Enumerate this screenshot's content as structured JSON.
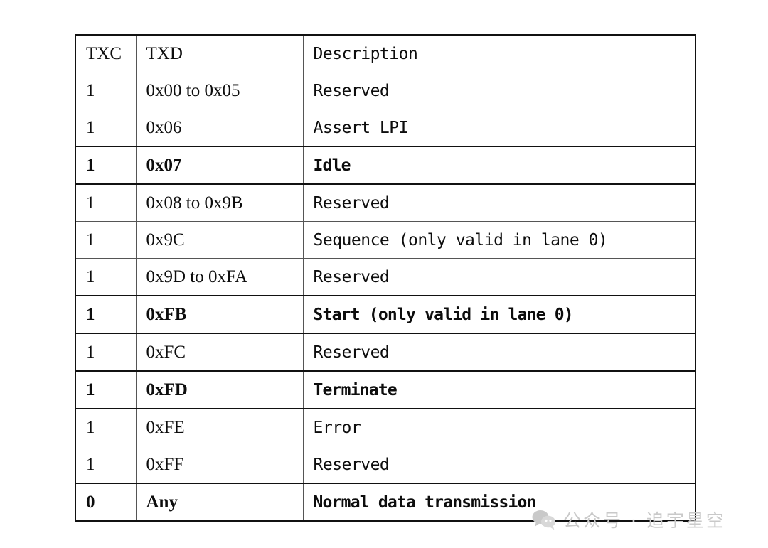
{
  "table": {
    "columns": [
      "TXC",
      "TXD",
      "Description"
    ],
    "rows": [
      {
        "txc": "1",
        "txd": "0x00 to 0x05",
        "desc": "Reserved",
        "emphasis": false
      },
      {
        "txc": "1",
        "txd": "0x06",
        "desc": "Assert LPI",
        "emphasis": false
      },
      {
        "txc": "1",
        "txd": "0x07",
        "desc": "Idle",
        "emphasis": true
      },
      {
        "txc": "1",
        "txd": "0x08 to 0x9B",
        "desc": "Reserved",
        "emphasis": false
      },
      {
        "txc": "1",
        "txd": "0x9C",
        "desc": "Sequence (only valid in lane 0)",
        "emphasis": false
      },
      {
        "txc": "1",
        "txd": "0x9D to 0xFA",
        "desc": "Reserved",
        "emphasis": false
      },
      {
        "txc": "1",
        "txd": "0xFB",
        "desc": "Start (only valid in lane 0)",
        "emphasis": true
      },
      {
        "txc": "1",
        "txd": "0xFC",
        "desc": "Reserved",
        "emphasis": false
      },
      {
        "txc": "1",
        "txd": "0xFD",
        "desc": "Terminate",
        "emphasis": true
      },
      {
        "txc": "1",
        "txd": "0xFE",
        "desc": "Error",
        "emphasis": false
      },
      {
        "txc": "1",
        "txd": "0xFF",
        "desc": "Reserved",
        "emphasis": false
      },
      {
        "txc": "0",
        "txd": "Any",
        "desc": "Normal data transmission",
        "emphasis": true
      }
    ]
  },
  "watermark": {
    "icon": "wechat-logo-icon",
    "text": "公众号 · 追宇星空",
    "color": "#c9c9c9"
  },
  "colors": {
    "page_background": "#ffffff",
    "text": "#0d0d0d",
    "grid_line": "#555555",
    "outer_border": "#111111"
  }
}
